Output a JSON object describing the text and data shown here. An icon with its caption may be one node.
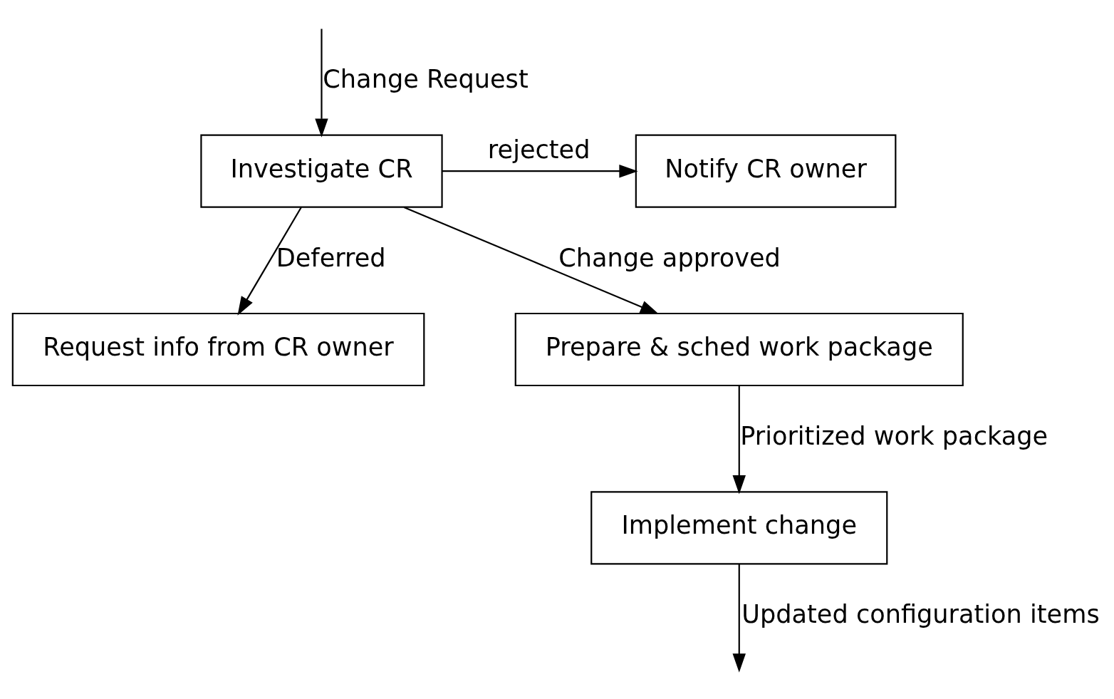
{
  "diagram": {
    "nodes": [
      {
        "text": [
          "Investigate CR"
        ]
      },
      {
        "text": [
          "Notify CR owner"
        ]
      },
      {
        "text": [
          "Request info from CR owner"
        ]
      },
      {
        "text": [
          "Prepare & sched work package"
        ]
      },
      {
        "text": [
          "Implement change"
        ]
      }
    ],
    "edges": [
      {
        "from": null,
        "to": 0,
        "arrow": "to",
        "label": "Change Request"
      },
      {
        "from": 0,
        "to": 1,
        "arrow": "to",
        "label": "rejected"
      },
      {
        "from": 0,
        "to": 2,
        "arrow": "to",
        "label": "Deferred"
      },
      {
        "from": 0,
        "to": 3,
        "arrow": "to",
        "label": "Change approved"
      },
      {
        "from": 3,
        "to": 4,
        "arrow": "to",
        "label": "Prioritized work package"
      },
      {
        "from": 4,
        "to": null,
        "arrow": "to",
        "label": "Updated configuration items"
      }
    ]
  }
}
